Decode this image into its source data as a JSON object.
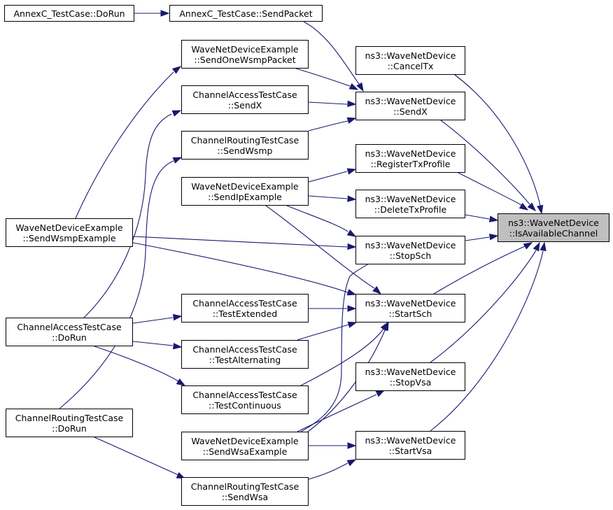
{
  "diagram": {
    "colors": {
      "edge": "#191970",
      "node_border": "#000000",
      "focus_fill": "#bfbfbf",
      "background": "#ffffff"
    },
    "nodes": {
      "annexc_dorun": {
        "lines": [
          "AnnexC_TestCase::DoRun"
        ]
      },
      "annexc_sendpacket": {
        "lines": [
          "AnnexC_TestCase::SendPacket"
        ]
      },
      "wnde_sendonewsmp": {
        "lines": [
          "WaveNetDeviceExample",
          "::SendOneWsmpPacket"
        ]
      },
      "catc_sendx": {
        "lines": [
          "ChannelAccessTestCase",
          "::SendX"
        ]
      },
      "crtc_sendwsmp": {
        "lines": [
          "ChannelRoutingTestCase",
          "::SendWsmp"
        ]
      },
      "wnde_sendip": {
        "lines": [
          "WaveNetDeviceExample",
          "::SendIpExample"
        ]
      },
      "wnde_sendwsmpexample": {
        "lines": [
          "WaveNetDeviceExample",
          "::SendWsmpExample"
        ]
      },
      "catc_testextended": {
        "lines": [
          "ChannelAccessTestCase",
          "::TestExtended"
        ]
      },
      "catc_dorun": {
        "lines": [
          "ChannelAccessTestCase",
          "::DoRun"
        ]
      },
      "catc_testalternating": {
        "lines": [
          "ChannelAccessTestCase",
          "::TestAlternating"
        ]
      },
      "catc_testcontinuous": {
        "lines": [
          "ChannelAccessTestCase",
          "::TestContinuous"
        ]
      },
      "crtc_dorun": {
        "lines": [
          "ChannelRoutingTestCase",
          "::DoRun"
        ]
      },
      "wnde_sendwsa": {
        "lines": [
          "WaveNetDeviceExample",
          "::SendWsaExample"
        ]
      },
      "crtc_sendwsa": {
        "lines": [
          "ChannelRoutingTestCase",
          "::SendWsa"
        ]
      },
      "wnd_canceltx": {
        "lines": [
          "ns3::WaveNetDevice",
          "::CancelTx"
        ]
      },
      "wnd_sendx": {
        "lines": [
          "ns3::WaveNetDevice",
          "::SendX"
        ]
      },
      "wnd_registertx": {
        "lines": [
          "ns3::WaveNetDevice",
          "::RegisterTxProfile"
        ]
      },
      "wnd_deletetx": {
        "lines": [
          "ns3::WaveNetDevice",
          "::DeleteTxProfile"
        ]
      },
      "wnd_stopsch": {
        "lines": [
          "ns3::WaveNetDevice",
          "::StopSch"
        ]
      },
      "wnd_startsch": {
        "lines": [
          "ns3::WaveNetDevice",
          "::StartSch"
        ]
      },
      "wnd_stopvsa": {
        "lines": [
          "ns3::WaveNetDevice",
          "::StopVsa"
        ]
      },
      "wnd_startvsa": {
        "lines": [
          "ns3::WaveNetDevice",
          "::StartVsa"
        ]
      },
      "wnd_isavailable": {
        "lines": [
          "ns3::WaveNetDevice",
          "::IsAvailableChannel"
        ]
      }
    }
  }
}
